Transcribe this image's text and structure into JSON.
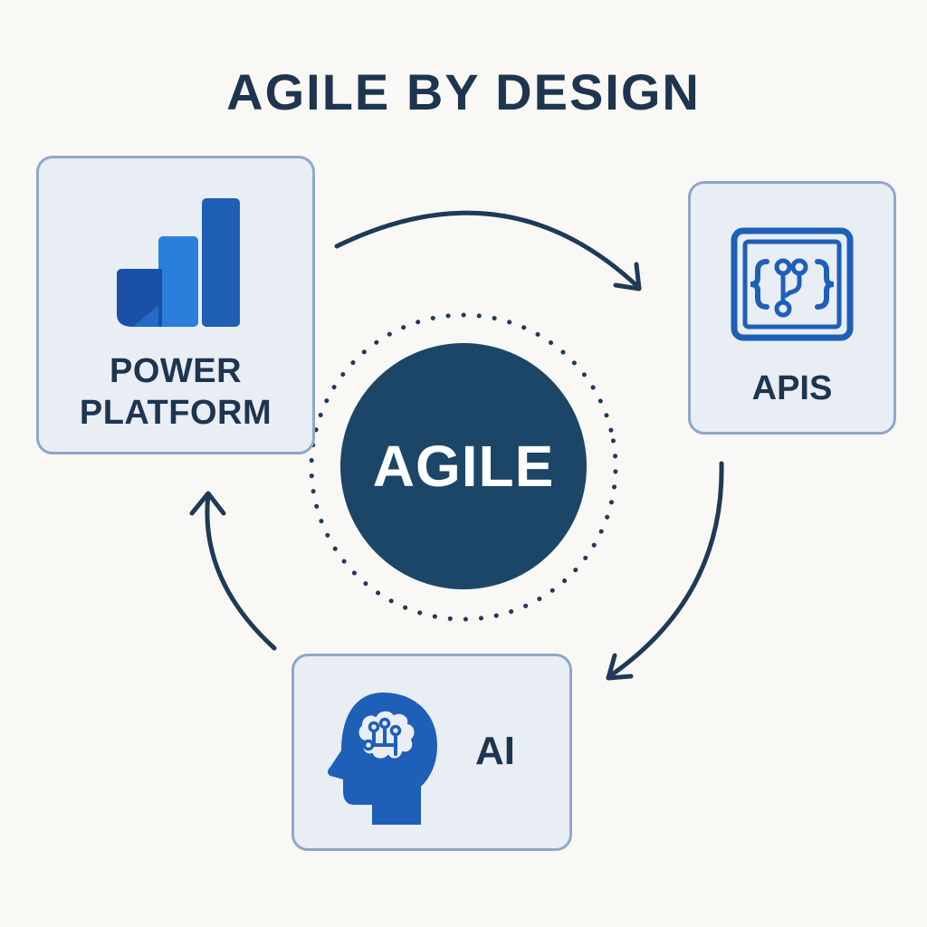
{
  "title": "AGILE BY DESIGN",
  "center": {
    "label": "AGILE"
  },
  "nodes": {
    "power_platform": {
      "line1": "POWER",
      "line2": "PLATFORM",
      "icon": "bar-chart-icon"
    },
    "apis": {
      "label": "APIS",
      "icon": "code-branch-icon"
    },
    "ai": {
      "label": "AI",
      "icon": "brain-head-icon"
    }
  },
  "colors": {
    "background": "#f9f8f5",
    "text": "#1e3550",
    "center_fill": "#1b4668",
    "box_fill": "#e9edf4",
    "box_border": "#8fa8c8",
    "icon_blue": "#1e5fb8",
    "arrow": "#1e3a57"
  },
  "flow": [
    "POWER PLATFORM → APIS",
    "APIS → AI",
    "AI → POWER PLATFORM"
  ]
}
